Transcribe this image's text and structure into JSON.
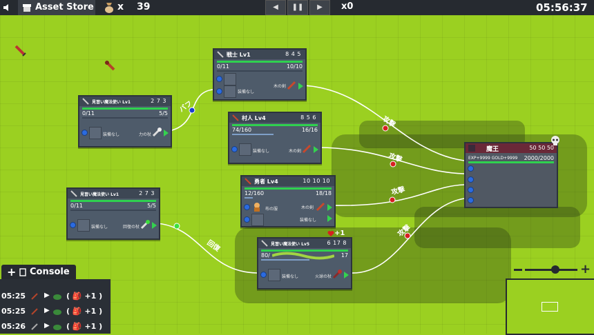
{
  "topbar": {
    "asset_store_label": "Asset Store",
    "bag_multiplier": "x",
    "bag_count": "39",
    "speed_label": "x0",
    "time": "05:56:37"
  },
  "cards": {
    "apprentice1": {
      "name": "見習い魔法使い Lv1",
      "stats": "2  7  3",
      "exp": "0/11",
      "hp": "5/5",
      "equip_label": "装備なし",
      "weapon_label": "力の杖"
    },
    "warrior": {
      "name": "戦士 Lv1",
      "stats": "8  4  5",
      "exp": "0/11",
      "hp": "10/10",
      "equip_label": "装備なし",
      "weapon_label": "木の剣"
    },
    "villager": {
      "name": "村人 Lv4",
      "stats": "8  5  6",
      "exp": "74/160",
      "hp": "16/16",
      "equip_label": "装備なし",
      "weapon_label": "木の剣"
    },
    "hero": {
      "name": "勇者 Lv4",
      "stats": "10  10  10",
      "exp": "12/160",
      "hp": "18/18",
      "equip_label": "装備なし",
      "weapon_label": "木の剣",
      "item_label": "布の服"
    },
    "apprentice2": {
      "name": "見習い魔法使い Lv1",
      "stats": "2  7  3",
      "exp": "0/11",
      "hp": "5/5",
      "equip_label": "装備なし",
      "weapon_label": "回復の杖"
    },
    "apprentice3": {
      "name": "見習い魔法使い Lv5",
      "stats": "6  17  8",
      "exp": "80/",
      "hp": "17",
      "equip_label": "装備なし",
      "weapon_label": "火球の杖",
      "heal_popup": "+1"
    }
  },
  "boss": {
    "name": "魔王",
    "stats": "50  50  50",
    "rewards": "EXP+9999 GOLD+9999",
    "hp": "2000/2000"
  },
  "edge_labels": {
    "buff": "バフ",
    "attack": "攻撃",
    "heal": "回復"
  },
  "console": {
    "tab_label": "Console",
    "rows": [
      {
        "time": "05:25",
        "text": "( 🎒 +1 )"
      },
      {
        "time": "05:25",
        "text": "( 🎒 +1 )"
      },
      {
        "time": "05:26",
        "text": "( 🎒 +1 )"
      }
    ]
  },
  "colors": {
    "grass": "#9bd021",
    "hp": "#2fd14f",
    "attack_dot": "#d62020",
    "heal_dot": "#3ce03c",
    "buff_dot": "#1a3fd0"
  }
}
